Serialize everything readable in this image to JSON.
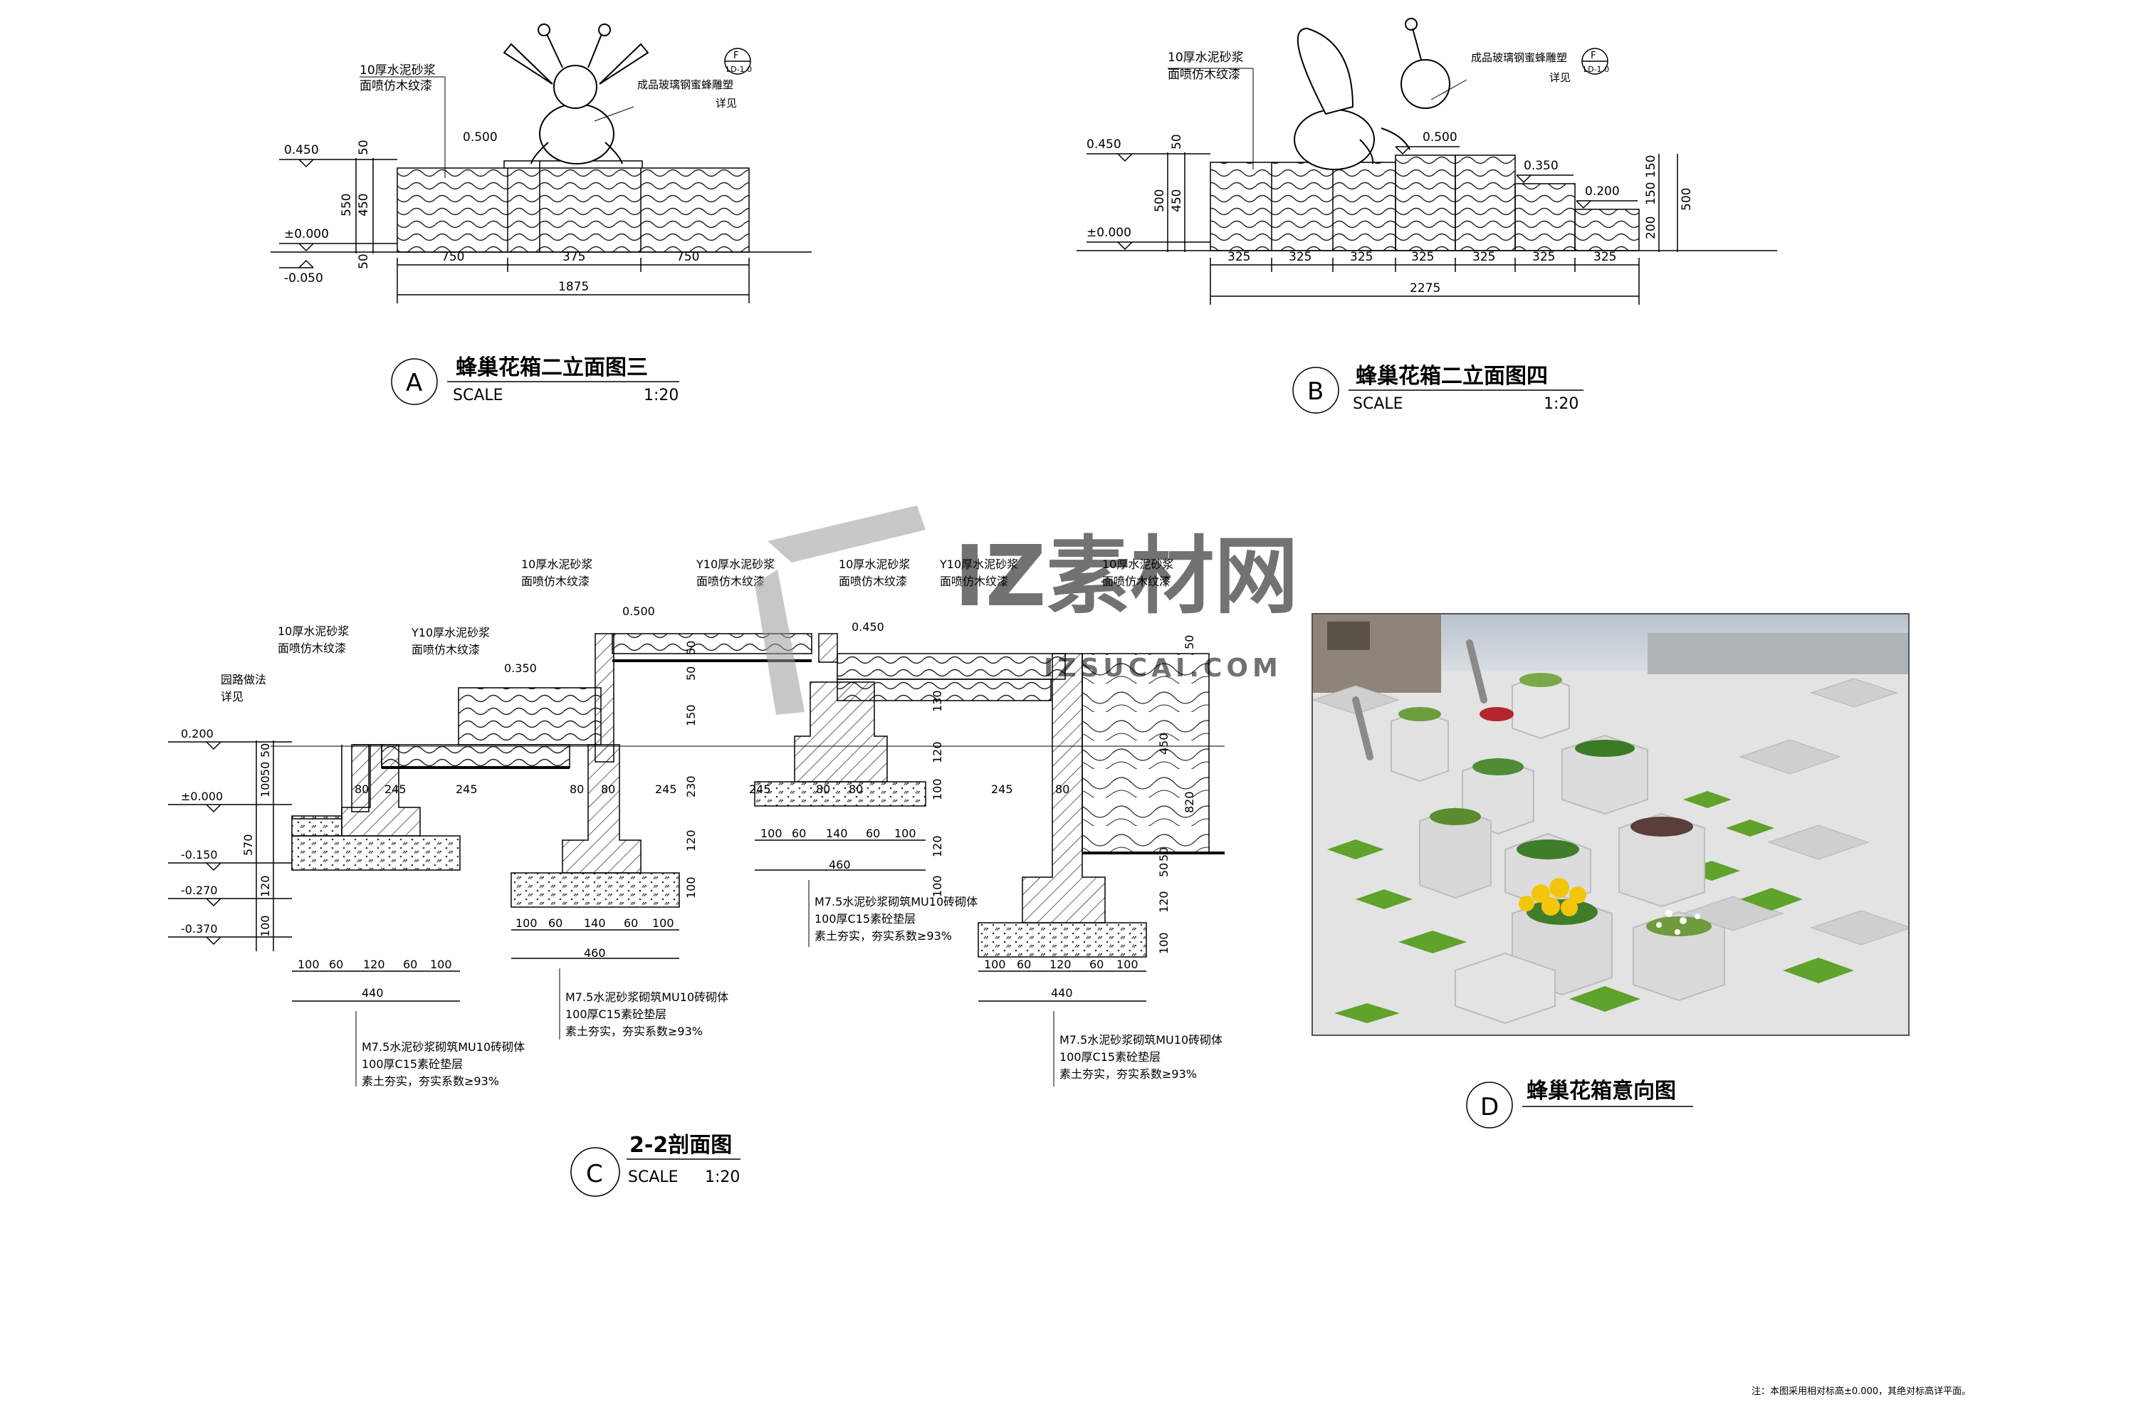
{
  "views": {
    "a": {
      "mark": "A",
      "title": "蜂巢花箱二立面图三",
      "scale_label": "SCALE",
      "scale": "1:20",
      "note_finish_1": "10厚水泥砂浆",
      "note_finish_2": "面喷仿木纹漆",
      "note_sculpture_1": "成品玻璃钢蜜蜂雕塑",
      "note_sculpture_2": "详见",
      "ref_top": "F",
      "ref_bottom": "LD-1.0",
      "elev_top": "0.450",
      "elev_zero": "±0.000",
      "elev_bottom": "-0.050",
      "elev_step": "0.500",
      "dim_v1": "50",
      "dim_v2": "550",
      "dim_v3": "450",
      "dim_v4": "50",
      "dims": [
        "750",
        "375",
        "750"
      ],
      "total": "1875"
    },
    "b": {
      "mark": "B",
      "title": "蜂巢花箱二立面图四",
      "scale_label": "SCALE",
      "scale": "1:20",
      "note_finish_1": "10厚水泥砂浆",
      "note_finish_2": "面喷仿木纹漆",
      "note_sculpture_1": "成品玻璃钢蜜蜂雕塑",
      "note_sculpture_2": "详见",
      "ref_top": "F",
      "ref_bottom": "LD-1.0",
      "elev_top": "0.450",
      "elev_zero": "±0.000",
      "elev_a": "0.500",
      "elev_b": "0.350",
      "elev_c": "0.200",
      "dim_l1": "50",
      "dim_l2": "500",
      "dim_l3": "450",
      "dim_r1": "150",
      "dim_r2": "150",
      "dim_r3": "200",
      "dim_r4": "500",
      "dims": [
        "325",
        "325",
        "325",
        "325",
        "325",
        "325",
        "325"
      ],
      "total": "2275"
    },
    "c": {
      "mark": "C",
      "title": "2-2剖面图",
      "scale_label": "SCALE",
      "scale": "1:20",
      "note_1a": "10厚水泥砂浆",
      "note_1b": "面喷仿木纹漆",
      "note_2a": "Y10厚水泥砂浆",
      "note_2b": "面喷仿木纹漆",
      "note_3a": "10厚水泥砂浆",
      "note_3b": "面喷仿木纹漆",
      "note_4a": "Y10厚水泥砂浆",
      "note_4b": "面喷仿木纹漆",
      "note_5a": "10厚水泥砂浆",
      "note_5b": "面喷仿木纹漆",
      "note_6a": "Y10厚水泥砂浆",
      "note_6b": "面喷仿木纹漆",
      "note_7a": "10厚水泥砂浆",
      "note_7b": "面喷仿木纹漆",
      "note_road_a": "园路做法",
      "note_road_b": "详见",
      "elev_0200": "0.200",
      "elev_0000": "±0.000",
      "elev_m0150": "-0.150",
      "elev_m0270": "-0.270",
      "elev_m0370": "-0.370",
      "elev_0350": "0.350",
      "elev_0500": "0.500",
      "elev_0450": "0.450",
      "dim_50a": "50",
      "dim_50b": "50",
      "dim_100": "100",
      "dim_570": "570",
      "dim_120": "120",
      "dim_100b": "100",
      "step_80a": "80",
      "step_245a": "245",
      "step_245b": "245",
      "step_80b": "80",
      "step_80c": "80",
      "step_245c": "245",
      "step_245d": "245",
      "step_80d": "80",
      "step_80e": "80",
      "step_245e": "245",
      "step_80f": "80",
      "mid_150": "150",
      "mid_230": "230",
      "mid_120": "120",
      "mid_100": "100",
      "mid_50": "50",
      "mid_50b": "50",
      "mid_130": "130",
      "mid_120b": "120",
      "mid_100b": "100",
      "mid_120c": "120",
      "mid_100c": "100",
      "right_50": "50",
      "right_450": "450",
      "right_820": "820",
      "right_50b": "50",
      "right_50c": "50",
      "right_120": "120",
      "right_100": "100",
      "footing_dims": [
        "100",
        "60",
        "120",
        "60",
        "100"
      ],
      "footing_total": "440",
      "footing2_dims": [
        "100",
        "60",
        "140",
        "60",
        "100"
      ],
      "footing2_total": "460",
      "spec_1": "M7.5水泥砂浆砌筑MU10砖砌体",
      "spec_2": "100厚C15素砼垫层",
      "spec_3": "素土夯实，夯实系数≥93%"
    },
    "d": {
      "mark": "D",
      "title": "蜂巢花箱意向图"
    }
  },
  "watermark": {
    "text": "IZ素材网",
    "url": "IZSUCAI.COM"
  },
  "footnote": "注：本图采用相对标高±0.000，其绝对标高详平面。",
  "colors": {
    "line": "#000000",
    "hatch": "#222222",
    "watermark": "#8c8c8c",
    "paving": "#e2e2e2",
    "grass": "#5fa22c"
  }
}
